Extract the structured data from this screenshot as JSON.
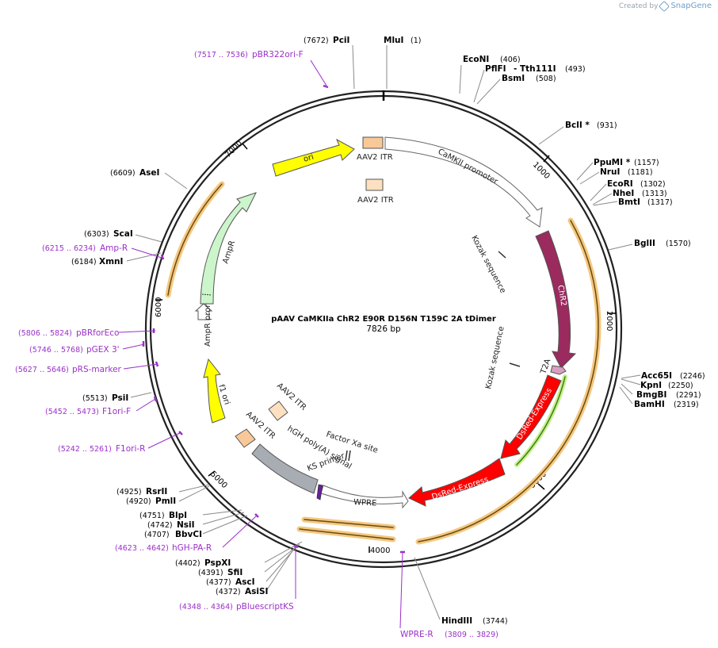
{
  "watermark": {
    "created_by": "Created by",
    "brand": "SnapGene"
  },
  "plasmid": {
    "name": "pAAV CaMKIIa ChR2 E90R D156N T159C 2A tDimer",
    "length_label": "7826 bp",
    "length": 7826
  },
  "ticks": [
    "1000",
    "2000",
    "3000",
    "4000",
    "5000",
    "6000",
    "7000"
  ],
  "colors": {
    "backbone": "#222222",
    "primer": "#9b30c8",
    "orange_arc": "#f0b860",
    "green_arc": "#7cc24a"
  },
  "sites": [
    {
      "name": "PciI",
      "pos": "(7672)",
      "side": "left"
    },
    {
      "name": "MluI",
      "pos": "(1)",
      "side": "right"
    },
    {
      "name": "EcoNI",
      "pos": "(406)",
      "side": "right"
    },
    {
      "name": "PflFI",
      "sep": "-",
      "name2": "Tth111I",
      "pos": "(493)",
      "side": "right"
    },
    {
      "name": "BsmI",
      "pos": "(508)",
      "side": "right"
    },
    {
      "name": "BclI *",
      "pos": "(931)",
      "side": "right"
    },
    {
      "name": "PpuMI *",
      "pos": "(1157)",
      "side": "right"
    },
    {
      "name": "NruI",
      "pos": "(1181)",
      "side": "right"
    },
    {
      "name": "EcoRI",
      "pos": "(1302)",
      "side": "right"
    },
    {
      "name": "NheI",
      "pos": "(1313)",
      "side": "right"
    },
    {
      "name": "BmtI",
      "pos": "(1317)",
      "side": "right"
    },
    {
      "name": "BglII",
      "pos": "(1570)",
      "side": "right"
    },
    {
      "name": "Acc65I",
      "pos": "(2246)",
      "side": "right"
    },
    {
      "name": "KpnI",
      "pos": "(2250)",
      "side": "right"
    },
    {
      "name": "BmgBI",
      "pos": "(2291)",
      "side": "right"
    },
    {
      "name": "BamHI",
      "pos": "(2319)",
      "side": "right"
    },
    {
      "name": "HindIII",
      "pos": "(3744)",
      "side": "right"
    },
    {
      "name": "AsiSI",
      "pos": "(4372)",
      "side": "left"
    },
    {
      "name": "AscI",
      "pos": "(4377)",
      "side": "left"
    },
    {
      "name": "SfiI",
      "pos": "(4391)",
      "side": "left"
    },
    {
      "name": "PspXI",
      "pos": "(4402)",
      "side": "left"
    },
    {
      "name": "BbvCI",
      "pos": "(4707)",
      "side": "left"
    },
    {
      "name": "NsiI",
      "pos": "(4742)",
      "side": "left"
    },
    {
      "name": "BlpI",
      "pos": "(4751)",
      "side": "left"
    },
    {
      "name": "PmlI",
      "pos": "(4920)",
      "side": "left"
    },
    {
      "name": "RsrII",
      "pos": "(4925)",
      "side": "left"
    },
    {
      "name": "PsiI",
      "pos": "(5513)",
      "side": "left"
    },
    {
      "name": "XmnI",
      "pos": "(6184)",
      "side": "left"
    },
    {
      "name": "ScaI",
      "pos": "(6303)",
      "side": "left"
    },
    {
      "name": "AseI",
      "pos": "(6609)",
      "side": "left"
    }
  ],
  "primers": [
    {
      "pos": "(7517 .. 7536)",
      "name": "pBR322ori-F"
    },
    {
      "pos": "(6215 .. 6234)",
      "name": "Amp-R"
    },
    {
      "pos": "(5806 .. 5824)",
      "name": "pBRforEco"
    },
    {
      "pos": "(5746 .. 5768)",
      "name": "pGEX 3'"
    },
    {
      "pos": "(5627 .. 5646)",
      "name": "pRS-marker"
    },
    {
      "pos": "(5452 .. 5473)",
      "name": "F1ori-F"
    },
    {
      "pos": "(5242 .. 5261)",
      "name": "F1ori-R"
    },
    {
      "pos": "(4623 .. 4642)",
      "name": "hGH-PA-R"
    },
    {
      "pos": "(4348 .. 4364)",
      "name": "pBluescriptKS"
    },
    {
      "name": "WPRE-R",
      "pos": "(3809 .. 3829)"
    }
  ],
  "features": {
    "ori": "ori",
    "aav2_itr_top": "AAV2 ITR",
    "aav2_itr_top2": "AAV2 ITR",
    "camkii": "CaMKII promoter",
    "kozak1": "Kozak sequence",
    "chr2": "ChR2",
    "kozak2": "Kozak sequence",
    "t2a": "T2A",
    "dsred1": "DsRed-Express",
    "dsred2": "DsRed-Express",
    "wpre": "WPRE",
    "ks_primer": "KS primer",
    "factor_xa": "Factor Xa site",
    "hgh": "hGH poly(A) signal",
    "aav2_itr_b1": "AAV2 ITR",
    "aav2_itr_b2": "AAV2 ITR",
    "f1ori": "f1 ori",
    "ampr_promoter": "AmpR promoter",
    "ampr": "AmpR"
  }
}
